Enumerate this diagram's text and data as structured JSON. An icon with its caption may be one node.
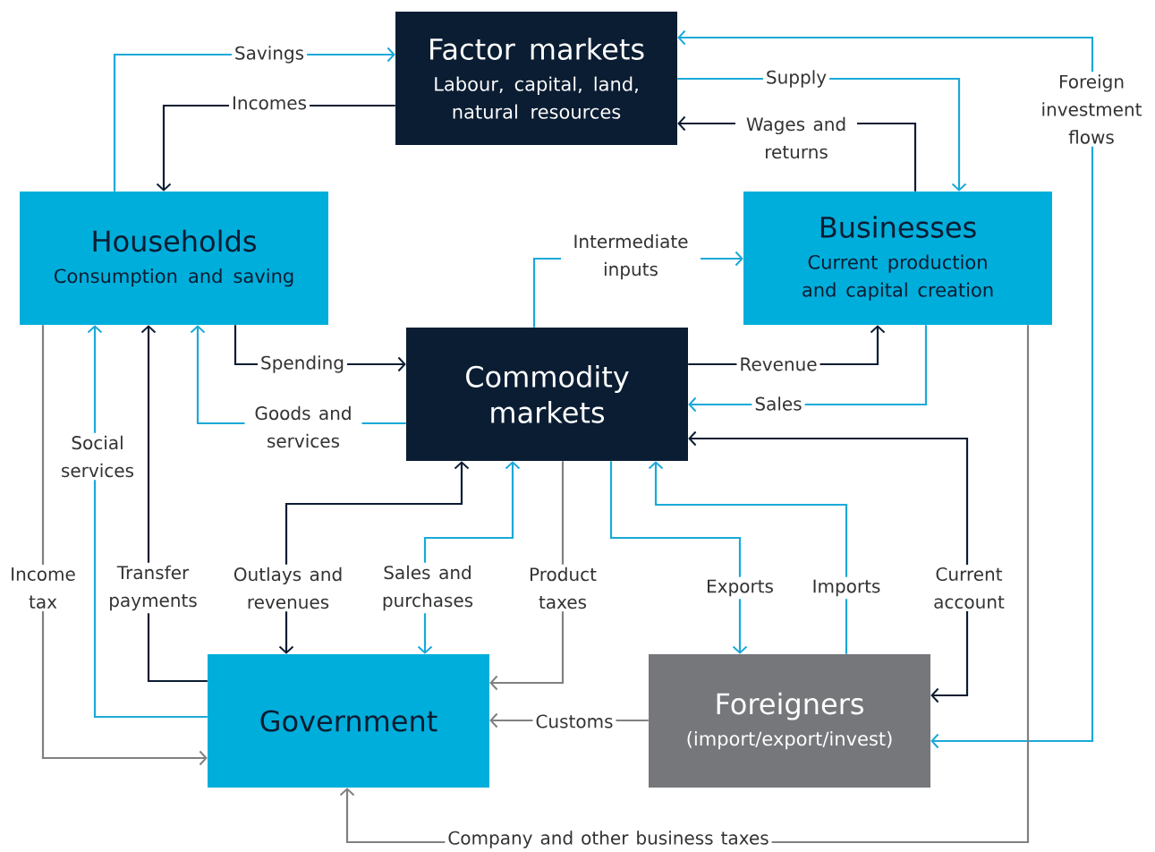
{
  "diagram": {
    "nodes": [
      {
        "text": [
          "Factor markets",
          "Labour, capital, land, natural resources"
        ]
      },
      {
        "text": [
          "Households",
          "Consumption and saving"
        ]
      },
      {
        "text": [
          "Businesses",
          "Current production and capital creation"
        ]
      },
      {
        "text": [
          "Commodity markets"
        ]
      },
      {
        "text": [
          "Government"
        ]
      },
      {
        "text": [
          "Foreigners",
          "(import/export/invest)"
        ]
      }
    ],
    "edges": [
      {
        "from": 1,
        "to": 0,
        "arrow": "to",
        "label": "Savings"
      },
      {
        "from": 0,
        "to": 1,
        "arrow": "to",
        "label": "Incomes",
        "color": "#0b1d33"
      },
      {
        "from": 0,
        "to": 2,
        "arrow": "to",
        "label": "Supply"
      },
      {
        "from": 2,
        "to": 0,
        "arrow": "to",
        "label": "Wages and returns",
        "color": "#0b1d33"
      },
      {
        "from": 0,
        "to": 5,
        "arrow": "both",
        "label": "Foreign investment flows"
      },
      {
        "from": 3,
        "to": 2,
        "arrow": "to",
        "label": "Intermediate inputs"
      },
      {
        "from": 1,
        "to": 3,
        "arrow": "to",
        "label": "Spending",
        "color": "#0b1d33"
      },
      {
        "from": 3,
        "to": 1,
        "arrow": "to",
        "label": "Goods and services"
      },
      {
        "from": 3,
        "to": 2,
        "arrow": "to",
        "label": "Revenue",
        "color": "#0b1d33"
      },
      {
        "from": 2,
        "to": 3,
        "arrow": "to",
        "label": "Sales"
      },
      {
        "from": 1,
        "to": 4,
        "arrow": "to",
        "label": "Income tax",
        "color": "#808080"
      },
      {
        "from": 4,
        "to": 1,
        "arrow": "to",
        "label": "Social services"
      },
      {
        "from": 4,
        "to": 1,
        "arrow": "to",
        "label": "Transfer payments",
        "color": "#0b1d33"
      },
      {
        "from": 4,
        "to": 3,
        "arrow": "both",
        "label": "Outlays and revenues",
        "color": "#0b1d33"
      },
      {
        "from": 4,
        "to": 3,
        "arrow": "both",
        "label": "Sales and purchases"
      },
      {
        "from": 3,
        "to": 4,
        "arrow": "to",
        "label": "Product taxes",
        "color": "#808080"
      },
      {
        "from": 3,
        "to": 5,
        "arrow": "to",
        "label": "Exports"
      },
      {
        "from": 5,
        "to": 3,
        "arrow": "to",
        "label": "Imports"
      },
      {
        "from": 3,
        "to": 5,
        "arrow": "both",
        "label": "Current account",
        "color": "#0b1d33"
      },
      {
        "from": 5,
        "to": 4,
        "arrow": "to",
        "label": "Customs",
        "color": "#808080"
      },
      {
        "from": 2,
        "to": 4,
        "arrow": "to",
        "label": "Company and other business taxes",
        "color": "#808080"
      }
    ]
  }
}
